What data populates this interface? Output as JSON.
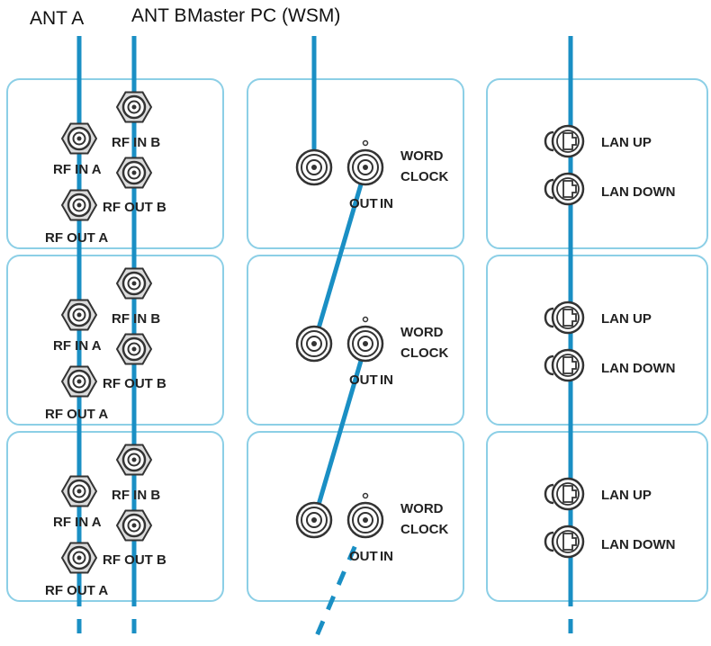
{
  "titles": {
    "ant_a": "ANT A",
    "ant_b": "ANT B",
    "master_pc": "Master PC (WSM)"
  },
  "labels": {
    "rf_in_a": "RF IN A",
    "rf_in_b": "RF IN B",
    "rf_out_a": "RF OUT A",
    "rf_out_b": "RF OUT B",
    "word": "WORD",
    "clock": "CLOCK",
    "out": "OUT",
    "in": "IN",
    "lan_up": "LAN UP",
    "lan_down": "LAN DOWN"
  },
  "units": 3,
  "colors": {
    "cable": "#1a8fc4",
    "panel_border": "#8ccfe6",
    "connector": "#333333",
    "text": "#222222"
  },
  "icons": [
    "bnc-connector-icon",
    "ethercon-connector-icon"
  ]
}
